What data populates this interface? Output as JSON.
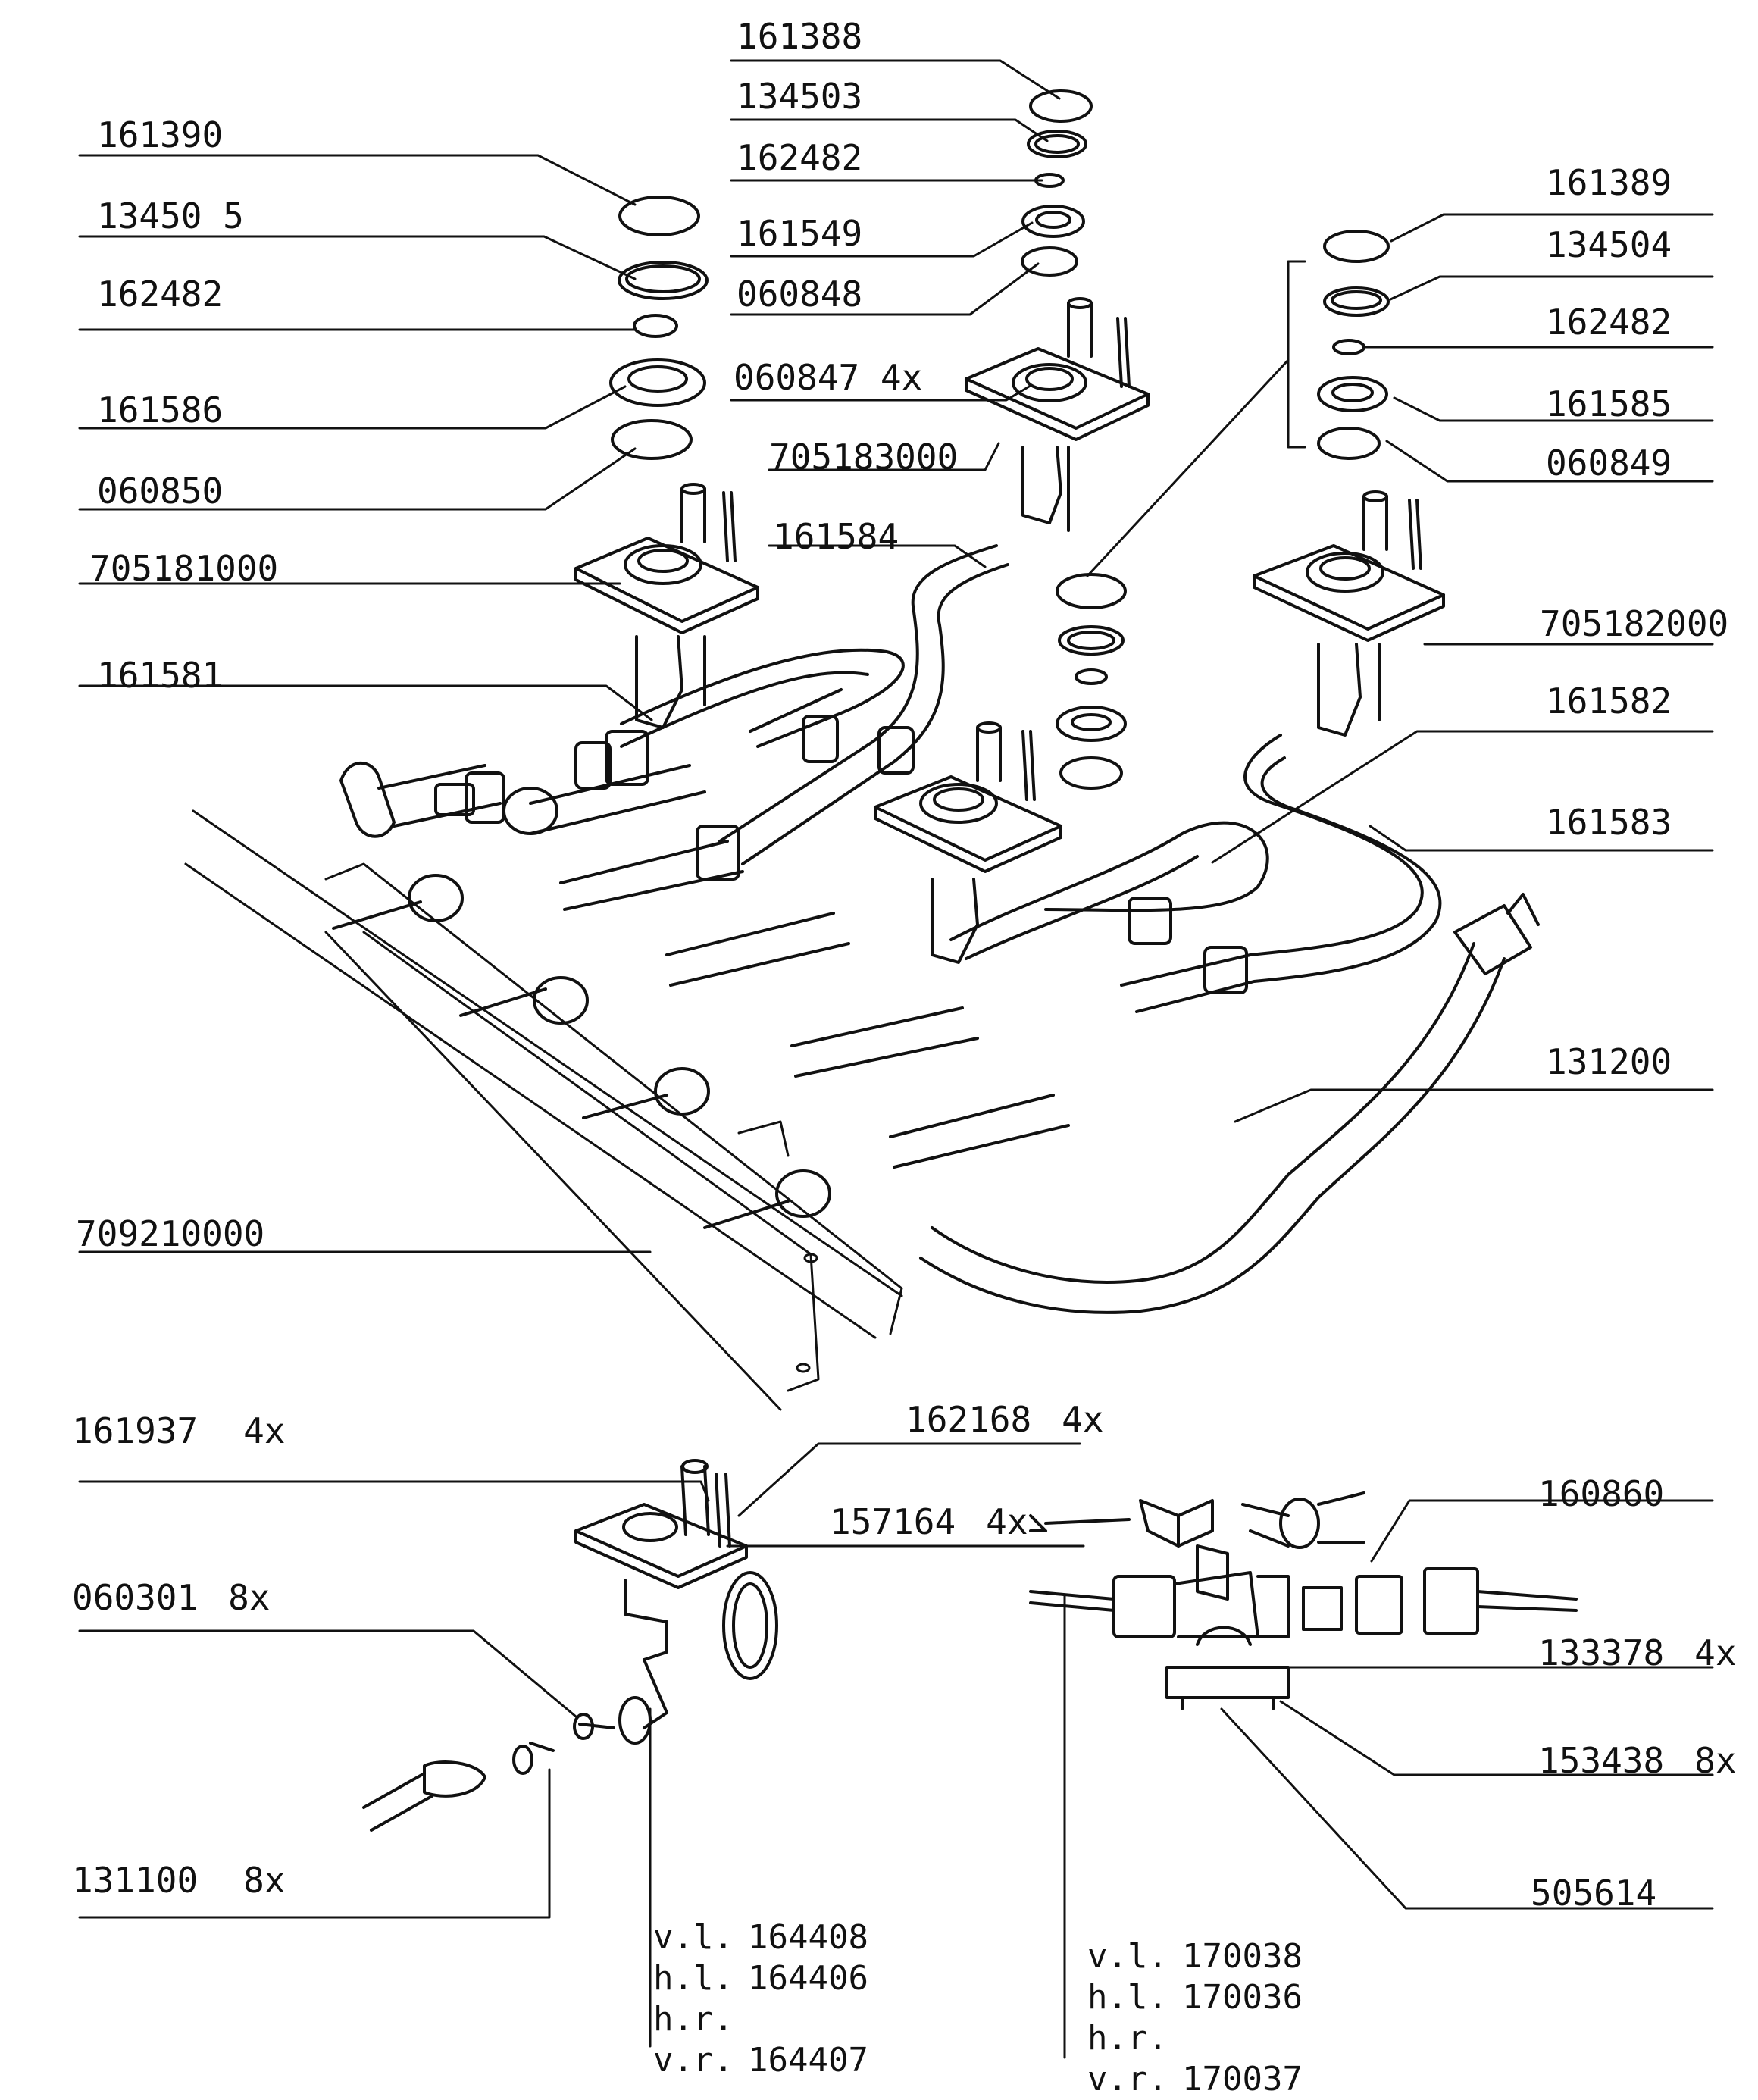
{
  "top_center": {
    "cap_small": "161388",
    "ring_small": "134503",
    "seal_small": "162482",
    "base_small": "161549",
    "gasket_small": "060848",
    "screw": {
      "code": "060847",
      "qty": "4x"
    },
    "burner_mid": "705183000",
    "pipe_mid": "161584"
  },
  "top_left": {
    "cap": "161390",
    "ring": "13450 5",
    "seal": "162482",
    "base": "161586",
    "gasket": "060850",
    "burner": "705181000",
    "pipe": "161581"
  },
  "top_right": {
    "cap": "161389",
    "ring": "134504",
    "seal": "162482",
    "base": "161585",
    "gasket": "060849",
    "burner": "705182000",
    "pipe_a": "161582",
    "pipe_b": "161583"
  },
  "gas_hose": "131200",
  "frame": "709210000",
  "detail_left": {
    "thermocouple": {
      "code": "161937",
      "qty": "4x"
    },
    "electrode": {
      "code": "162168",
      "qty": "4x"
    },
    "screw": {
      "code": "157164",
      "qty": "4x"
    },
    "oring": {
      "code": "060301",
      "qty": "8x"
    },
    "clip": {
      "code": "131100",
      "qty": "8x"
    },
    "variants": [
      {
        "pos": "v.l.",
        "code": "164408"
      },
      {
        "pos": "h.l.",
        "code": "164406"
      },
      {
        "pos": "h.r.",
        "code": ""
      },
      {
        "pos": "v.r.",
        "code": "164407"
      }
    ]
  },
  "detail_right": {
    "magnet_unit": "160860",
    "bracket": {
      "code": "133378",
      "qty": "4x"
    },
    "nut": {
      "code": "153438",
      "qty": "8x"
    },
    "clamp": "505614",
    "variants": [
      {
        "pos": "v.l.",
        "code": "170038"
      },
      {
        "pos": "h.l.",
        "code": "170036"
      },
      {
        "pos": "h.r.",
        "code": ""
      },
      {
        "pos": "v.r.",
        "code": "170037"
      }
    ]
  }
}
